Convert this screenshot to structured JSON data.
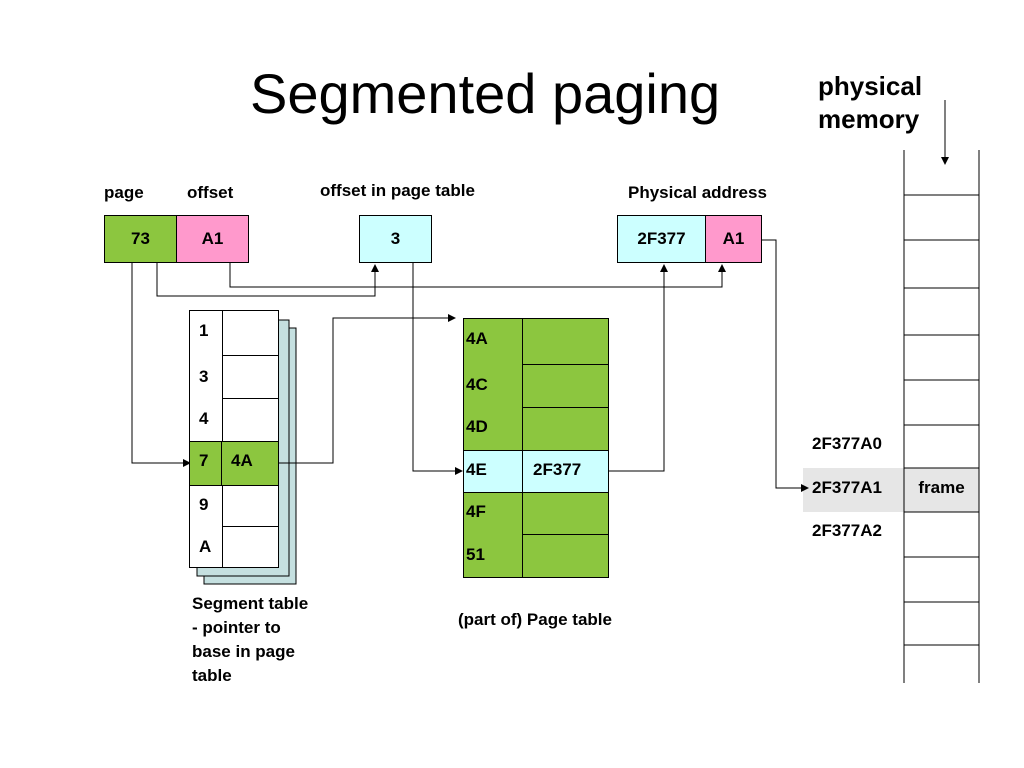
{
  "title": "Segmented paging",
  "physical_memory_label": "physical\nmemory",
  "logical_address": {
    "page_label": "page",
    "offset_label": "offset",
    "page_value": "73",
    "offset_value": "A1"
  },
  "page_table_offset": {
    "label": "offset in page table",
    "value": "3"
  },
  "physical_address": {
    "label": "Physical address",
    "frame_value": "2F377",
    "offset_value": "A1"
  },
  "segment_table": {
    "caption": "Segment table\n- pointer to\nbase in page\ntable",
    "rows": [
      {
        "key": "1",
        "value": ""
      },
      {
        "key": "3",
        "value": ""
      },
      {
        "key": "4",
        "value": ""
      },
      {
        "key": "7",
        "value": "4A"
      },
      {
        "key": "9",
        "value": ""
      },
      {
        "key": "A",
        "value": ""
      }
    ]
  },
  "page_table": {
    "caption": "(part of) Page table",
    "rows": [
      {
        "key": "4A",
        "value": ""
      },
      {
        "key": "4C",
        "value": ""
      },
      {
        "key": "4D",
        "value": ""
      },
      {
        "key": "4E",
        "value": "2F377"
      },
      {
        "key": "4F",
        "value": ""
      },
      {
        "key": "51",
        "value": ""
      }
    ]
  },
  "memory": {
    "addresses": [
      "2F377A0",
      "2F377A1",
      "2F377A2"
    ],
    "frame_label": "frame"
  },
  "colors": {
    "green": "#8cc63f",
    "pink": "#ff99cc",
    "cyan": "#ccffff",
    "stack_shadow": "#c5e0e0",
    "highlight_gray": "#e6e6e6"
  }
}
